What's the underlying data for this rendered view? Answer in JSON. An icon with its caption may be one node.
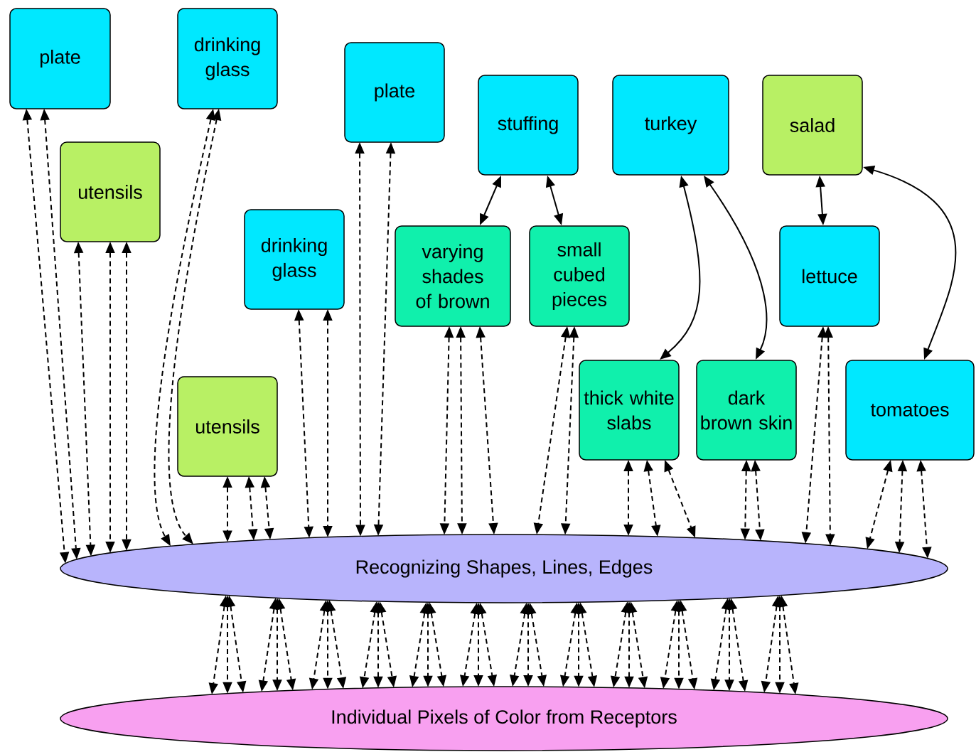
{
  "diagram": {
    "nodes": [
      {
        "text": [
          "plate"
        ]
      },
      {
        "text": [
          "drinking glass"
        ]
      },
      {
        "text": [
          "plate"
        ]
      },
      {
        "text": [
          "stuffing"
        ]
      },
      {
        "text": [
          "turkey"
        ]
      },
      {
        "text": [
          "salad"
        ]
      },
      {
        "text": [
          "utensils"
        ]
      },
      {
        "text": [
          "drinking glass"
        ]
      },
      {
        "text": [
          "varying shades of brown"
        ]
      },
      {
        "text": [
          "small cubed pieces"
        ]
      },
      {
        "text": [
          "lettuce"
        ]
      },
      {
        "text": [
          "utensils"
        ]
      },
      {
        "text": [
          "thick white slabs"
        ]
      },
      {
        "text": [
          "dark brown skin"
        ]
      },
      {
        "text": [
          "tomatoes"
        ]
      },
      {
        "text": [
          "Recognizing Shapes, Lines, Edges"
        ]
      },
      {
        "text": [
          "Individual Pixels of Color from Receptors"
        ]
      }
    ],
    "edges": [
      {
        "from": 0,
        "to": 15,
        "arrow": "both",
        "style": "dashed"
      },
      {
        "from": 0,
        "to": 15,
        "arrow": "both",
        "style": "dashed"
      },
      {
        "from": 1,
        "to": 15,
        "arrow": "both",
        "style": "dashed"
      },
      {
        "from": 1,
        "to": 15,
        "arrow": "both",
        "style": "dashed"
      },
      {
        "from": 6,
        "to": 15,
        "arrow": "both",
        "style": "dashed"
      },
      {
        "from": 6,
        "to": 15,
        "arrow": "both",
        "style": "dashed"
      },
      {
        "from": 6,
        "to": 15,
        "arrow": "both",
        "style": "dashed"
      },
      {
        "from": 2,
        "to": 15,
        "arrow": "both",
        "style": "dashed"
      },
      {
        "from": 2,
        "to": 15,
        "arrow": "both",
        "style": "dashed"
      },
      {
        "from": 7,
        "to": 15,
        "arrow": "both",
        "style": "dashed"
      },
      {
        "from": 7,
        "to": 15,
        "arrow": "both",
        "style": "dashed"
      },
      {
        "from": 11,
        "to": 15,
        "arrow": "both",
        "style": "dashed"
      },
      {
        "from": 11,
        "to": 15,
        "arrow": "both",
        "style": "dashed"
      },
      {
        "from": 11,
        "to": 15,
        "arrow": "both",
        "style": "dashed"
      },
      {
        "from": 8,
        "to": 15,
        "arrow": "both",
        "style": "dashed"
      },
      {
        "from": 8,
        "to": 15,
        "arrow": "both",
        "style": "dashed"
      },
      {
        "from": 8,
        "to": 15,
        "arrow": "both",
        "style": "dashed"
      },
      {
        "from": 9,
        "to": 15,
        "arrow": "both",
        "style": "dashed"
      },
      {
        "from": 9,
        "to": 15,
        "arrow": "both",
        "style": "dashed"
      },
      {
        "from": 12,
        "to": 15,
        "arrow": "both",
        "style": "dashed"
      },
      {
        "from": 12,
        "to": 15,
        "arrow": "both",
        "style": "dashed"
      },
      {
        "from": 12,
        "to": 15,
        "arrow": "both",
        "style": "dashed"
      },
      {
        "from": 13,
        "to": 15,
        "arrow": "both",
        "style": "dashed"
      },
      {
        "from": 13,
        "to": 15,
        "arrow": "both",
        "style": "dashed"
      },
      {
        "from": 10,
        "to": 15,
        "arrow": "both",
        "style": "dashed"
      },
      {
        "from": 10,
        "to": 15,
        "arrow": "both",
        "style": "dashed"
      },
      {
        "from": 14,
        "to": 15,
        "arrow": "both",
        "style": "dashed"
      },
      {
        "from": 14,
        "to": 15,
        "arrow": "both",
        "style": "dashed"
      },
      {
        "from": 14,
        "to": 15,
        "arrow": "both",
        "style": "dashed"
      },
      {
        "from": 3,
        "to": 8,
        "arrow": "both"
      },
      {
        "from": 3,
        "to": 9,
        "arrow": "both"
      },
      {
        "from": 4,
        "to": 12,
        "arrow": "both"
      },
      {
        "from": 4,
        "to": 13,
        "arrow": "both"
      },
      {
        "from": 5,
        "to": 10,
        "arrow": "both"
      },
      {
        "from": 5,
        "to": 14,
        "arrow": "both"
      },
      {
        "from": 15,
        "to": 16,
        "arrow": "both",
        "style": "dashed"
      },
      {
        "from": 15,
        "to": 16,
        "arrow": "both",
        "style": "dashed"
      },
      {
        "from": 15,
        "to": 16,
        "arrow": "both",
        "style": "dashed"
      },
      {
        "from": 15,
        "to": 16,
        "arrow": "both",
        "style": "dashed"
      },
      {
        "from": 15,
        "to": 16,
        "arrow": "both",
        "style": "dashed"
      },
      {
        "from": 15,
        "to": 16,
        "arrow": "both",
        "style": "dashed"
      },
      {
        "from": 15,
        "to": 16,
        "arrow": "both",
        "style": "dashed"
      },
      {
        "from": 15,
        "to": 16,
        "arrow": "both",
        "style": "dashed"
      },
      {
        "from": 15,
        "to": 16,
        "arrow": "both",
        "style": "dashed"
      },
      {
        "from": 15,
        "to": 16,
        "arrow": "both",
        "style": "dashed"
      },
      {
        "from": 15,
        "to": 16,
        "arrow": "both",
        "style": "dashed"
      },
      {
        "from": 15,
        "to": 16,
        "arrow": "both",
        "style": "dashed"
      },
      {
        "from": 15,
        "to": 16,
        "arrow": "both",
        "style": "dashed"
      },
      {
        "from": 15,
        "to": 16,
        "arrow": "both",
        "style": "dashed"
      },
      {
        "from": 15,
        "to": 16,
        "arrow": "both",
        "style": "dashed"
      },
      {
        "from": 15,
        "to": 16,
        "arrow": "both",
        "style": "dashed"
      },
      {
        "from": 15,
        "to": 16,
        "arrow": "both",
        "style": "dashed"
      },
      {
        "from": 15,
        "to": 16,
        "arrow": "both",
        "style": "dashed"
      },
      {
        "from": 15,
        "to": 16,
        "arrow": "both",
        "style": "dashed"
      },
      {
        "from": 15,
        "to": 16,
        "arrow": "both",
        "style": "dashed"
      },
      {
        "from": 15,
        "to": 16,
        "arrow": "both",
        "style": "dashed"
      },
      {
        "from": 15,
        "to": 16,
        "arrow": "both",
        "style": "dashed"
      },
      {
        "from": 15,
        "to": 16,
        "arrow": "both",
        "style": "dashed"
      },
      {
        "from": 15,
        "to": 16,
        "arrow": "both",
        "style": "dashed"
      },
      {
        "from": 15,
        "to": 16,
        "arrow": "both",
        "style": "dashed"
      },
      {
        "from": 15,
        "to": 16,
        "arrow": "both",
        "style": "dashed"
      },
      {
        "from": 15,
        "to": 16,
        "arrow": "both",
        "style": "dashed"
      },
      {
        "from": 15,
        "to": 16,
        "arrow": "both",
        "style": "dashed"
      },
      {
        "from": 15,
        "to": 16,
        "arrow": "both",
        "style": "dashed"
      },
      {
        "from": 15,
        "to": 16,
        "arrow": "both",
        "style": "dashed"
      },
      {
        "from": 15,
        "to": 16,
        "arrow": "both",
        "style": "dashed"
      },
      {
        "from": 15,
        "to": 16,
        "arrow": "both",
        "style": "dashed"
      },
      {
        "from": 15,
        "to": 16,
        "arrow": "both",
        "style": "dashed"
      },
      {
        "from": 15,
        "to": 16,
        "arrow": "both",
        "style": "dashed"
      },
      {
        "from": 15,
        "to": 16,
        "arrow": "both",
        "style": "dashed"
      },
      {
        "from": 15,
        "to": 16,
        "arrow": "both",
        "style": "dashed"
      }
    ]
  }
}
